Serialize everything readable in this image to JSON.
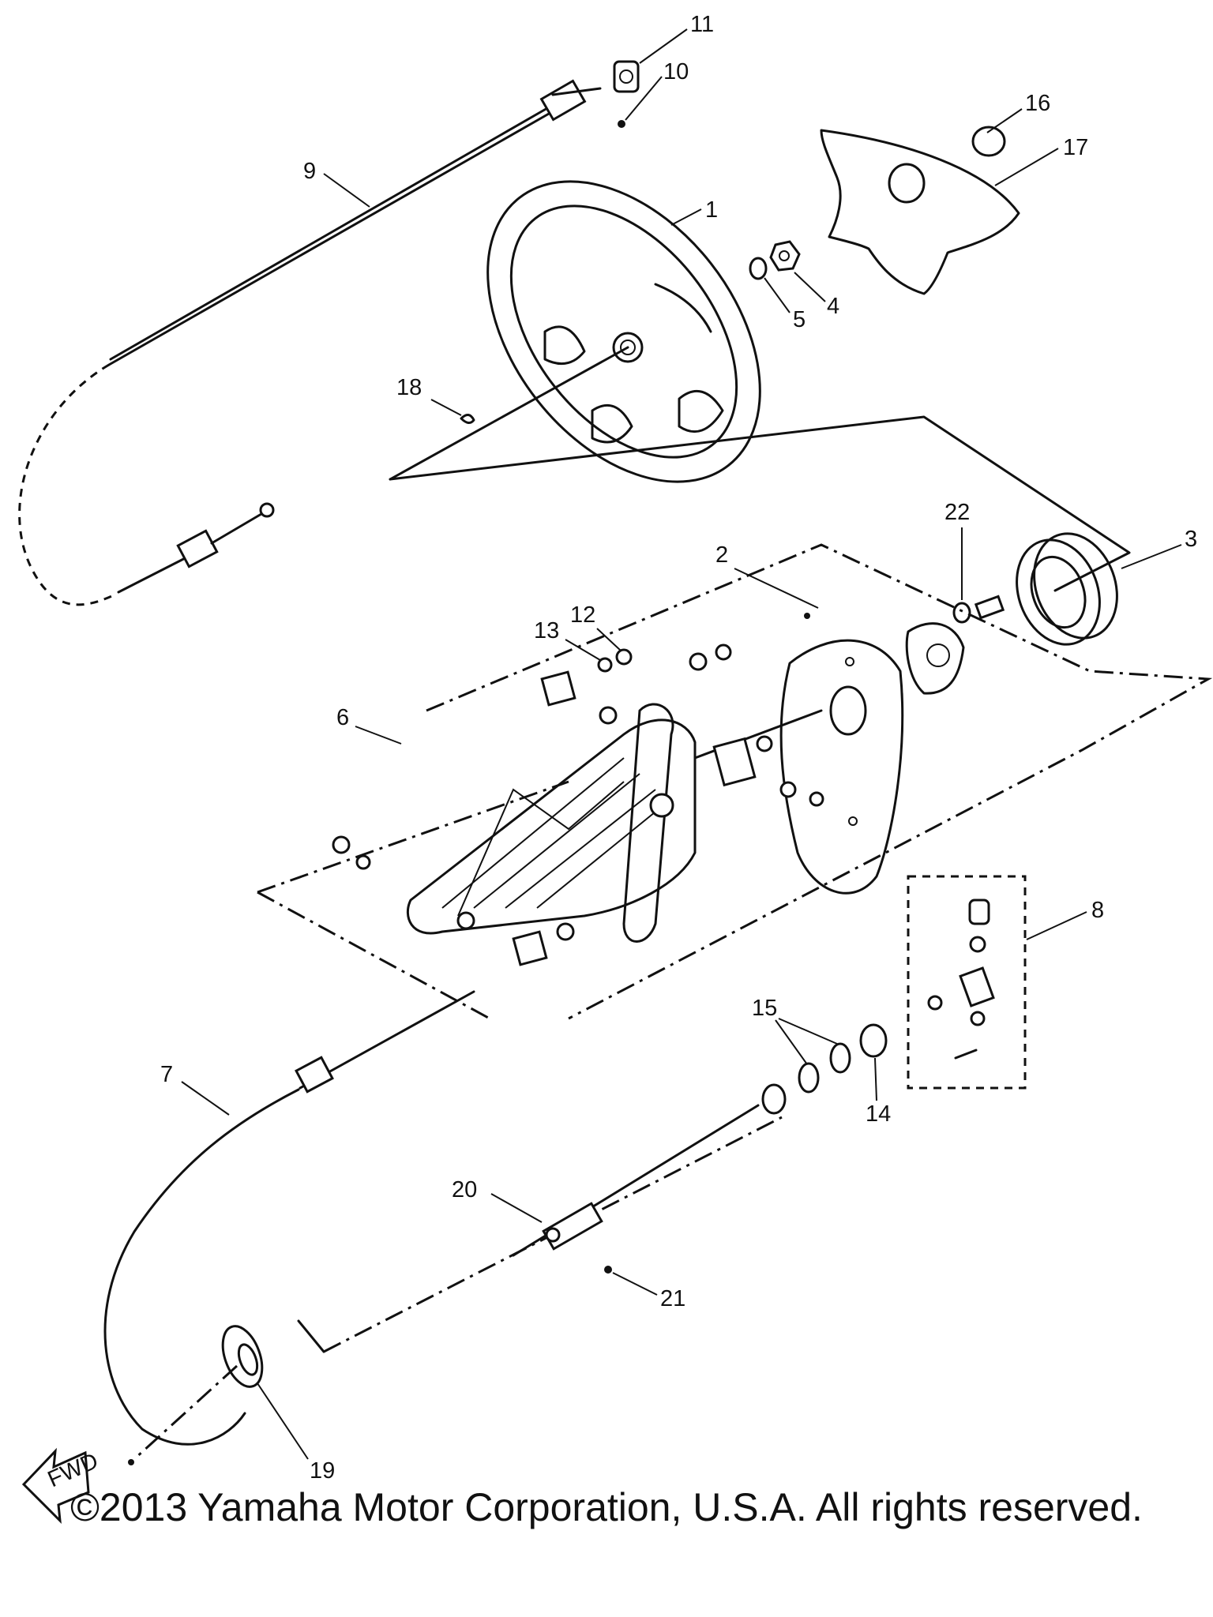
{
  "callouts": [
    "1",
    "2",
    "3",
    "4",
    "5",
    "6",
    "7",
    "8",
    "9",
    "10",
    "11",
    "12",
    "13",
    "14",
    "15",
    "16",
    "17",
    "18",
    "19",
    "20",
    "21",
    "22"
  ],
  "fwd_label": "FWD",
  "copyright": "©2013 Yamaha Motor Corporation, U.S.A. All rights reserved."
}
